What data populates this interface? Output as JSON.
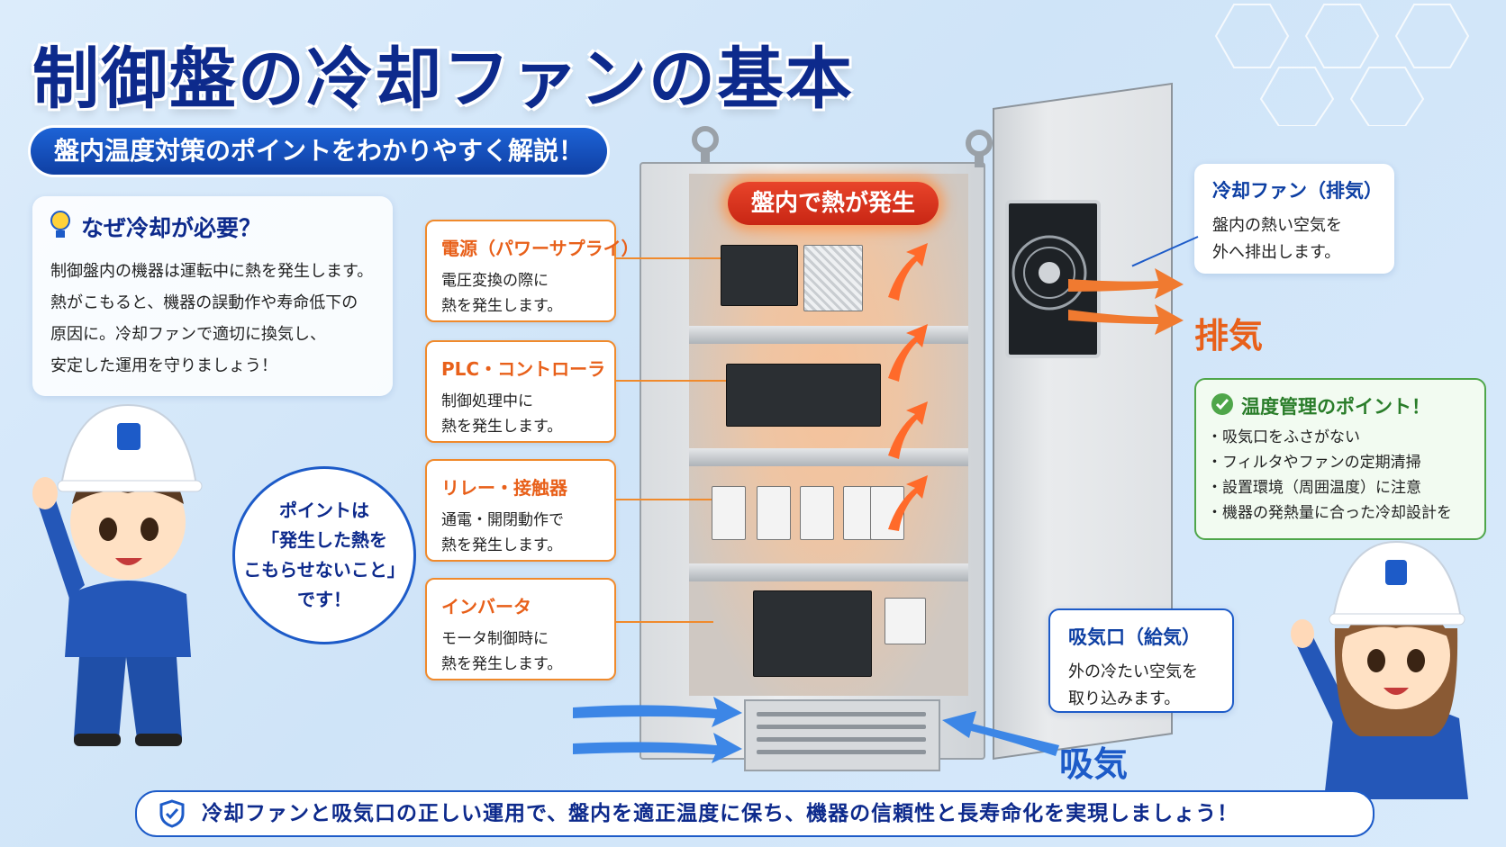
{
  "title": "制御盤の冷却ファンの基本",
  "subtitle": "盤内温度対策のポイントをわかりやすく解説！",
  "why": {
    "heading": "なぜ冷却が必要？",
    "lines": [
      "制御盤内の機器は運転中に熱を発生します。",
      "熱がこもると、機器の誤動作や寿命低下の",
      "原因に。冷却ファンで適切に換気し、",
      "安定した運用を守りましょう！"
    ]
  },
  "bubble": {
    "lines": [
      "ポイントは",
      "「発生した熱を",
      "こもらせないこと」",
      "です！"
    ]
  },
  "heat_label": "盤内で熱が発生",
  "components": [
    {
      "title": "電源（パワーサプライ）",
      "desc1": "電圧変換の際に",
      "desc2": "熱を発生します。"
    },
    {
      "title": "PLC・コントローラ",
      "desc1": "制御処理中に",
      "desc2": "熱を発生します。"
    },
    {
      "title": "リレー・接触器",
      "desc1": "通電・開閉動作で",
      "desc2": "熱を発生します。"
    },
    {
      "title": "インバータ",
      "desc1": "モータ制御時に",
      "desc2": "熱を発生します。"
    }
  ],
  "fan_box": {
    "title": "冷却ファン（排気）",
    "desc1": "盤内の熱い空気を",
    "desc2": "外へ排出します。"
  },
  "exhaust_label": "排気",
  "intake_box": {
    "title": "吸気口（給気）",
    "desc1": "外の冷たい空気を",
    "desc2": "取り込みます。"
  },
  "intake_label": "吸気",
  "points": {
    "title": "温度管理のポイント！",
    "items": [
      "・吸気口をふさがない",
      "・フィルタやファンの定期清掃",
      "・設置環境（周囲温度）に注意",
      "・機器の発熱量に合った冷却設計を"
    ]
  },
  "footer": "冷却ファンと吸気口の正しい運用で、盤内を適正温度に保ち、機器の信頼性と長寿命化を実現しましょう！",
  "colors": {
    "navy": "#0d2a8c",
    "orange": "#e8601a",
    "blue": "#1d5bc8",
    "green": "#4fa64a"
  }
}
